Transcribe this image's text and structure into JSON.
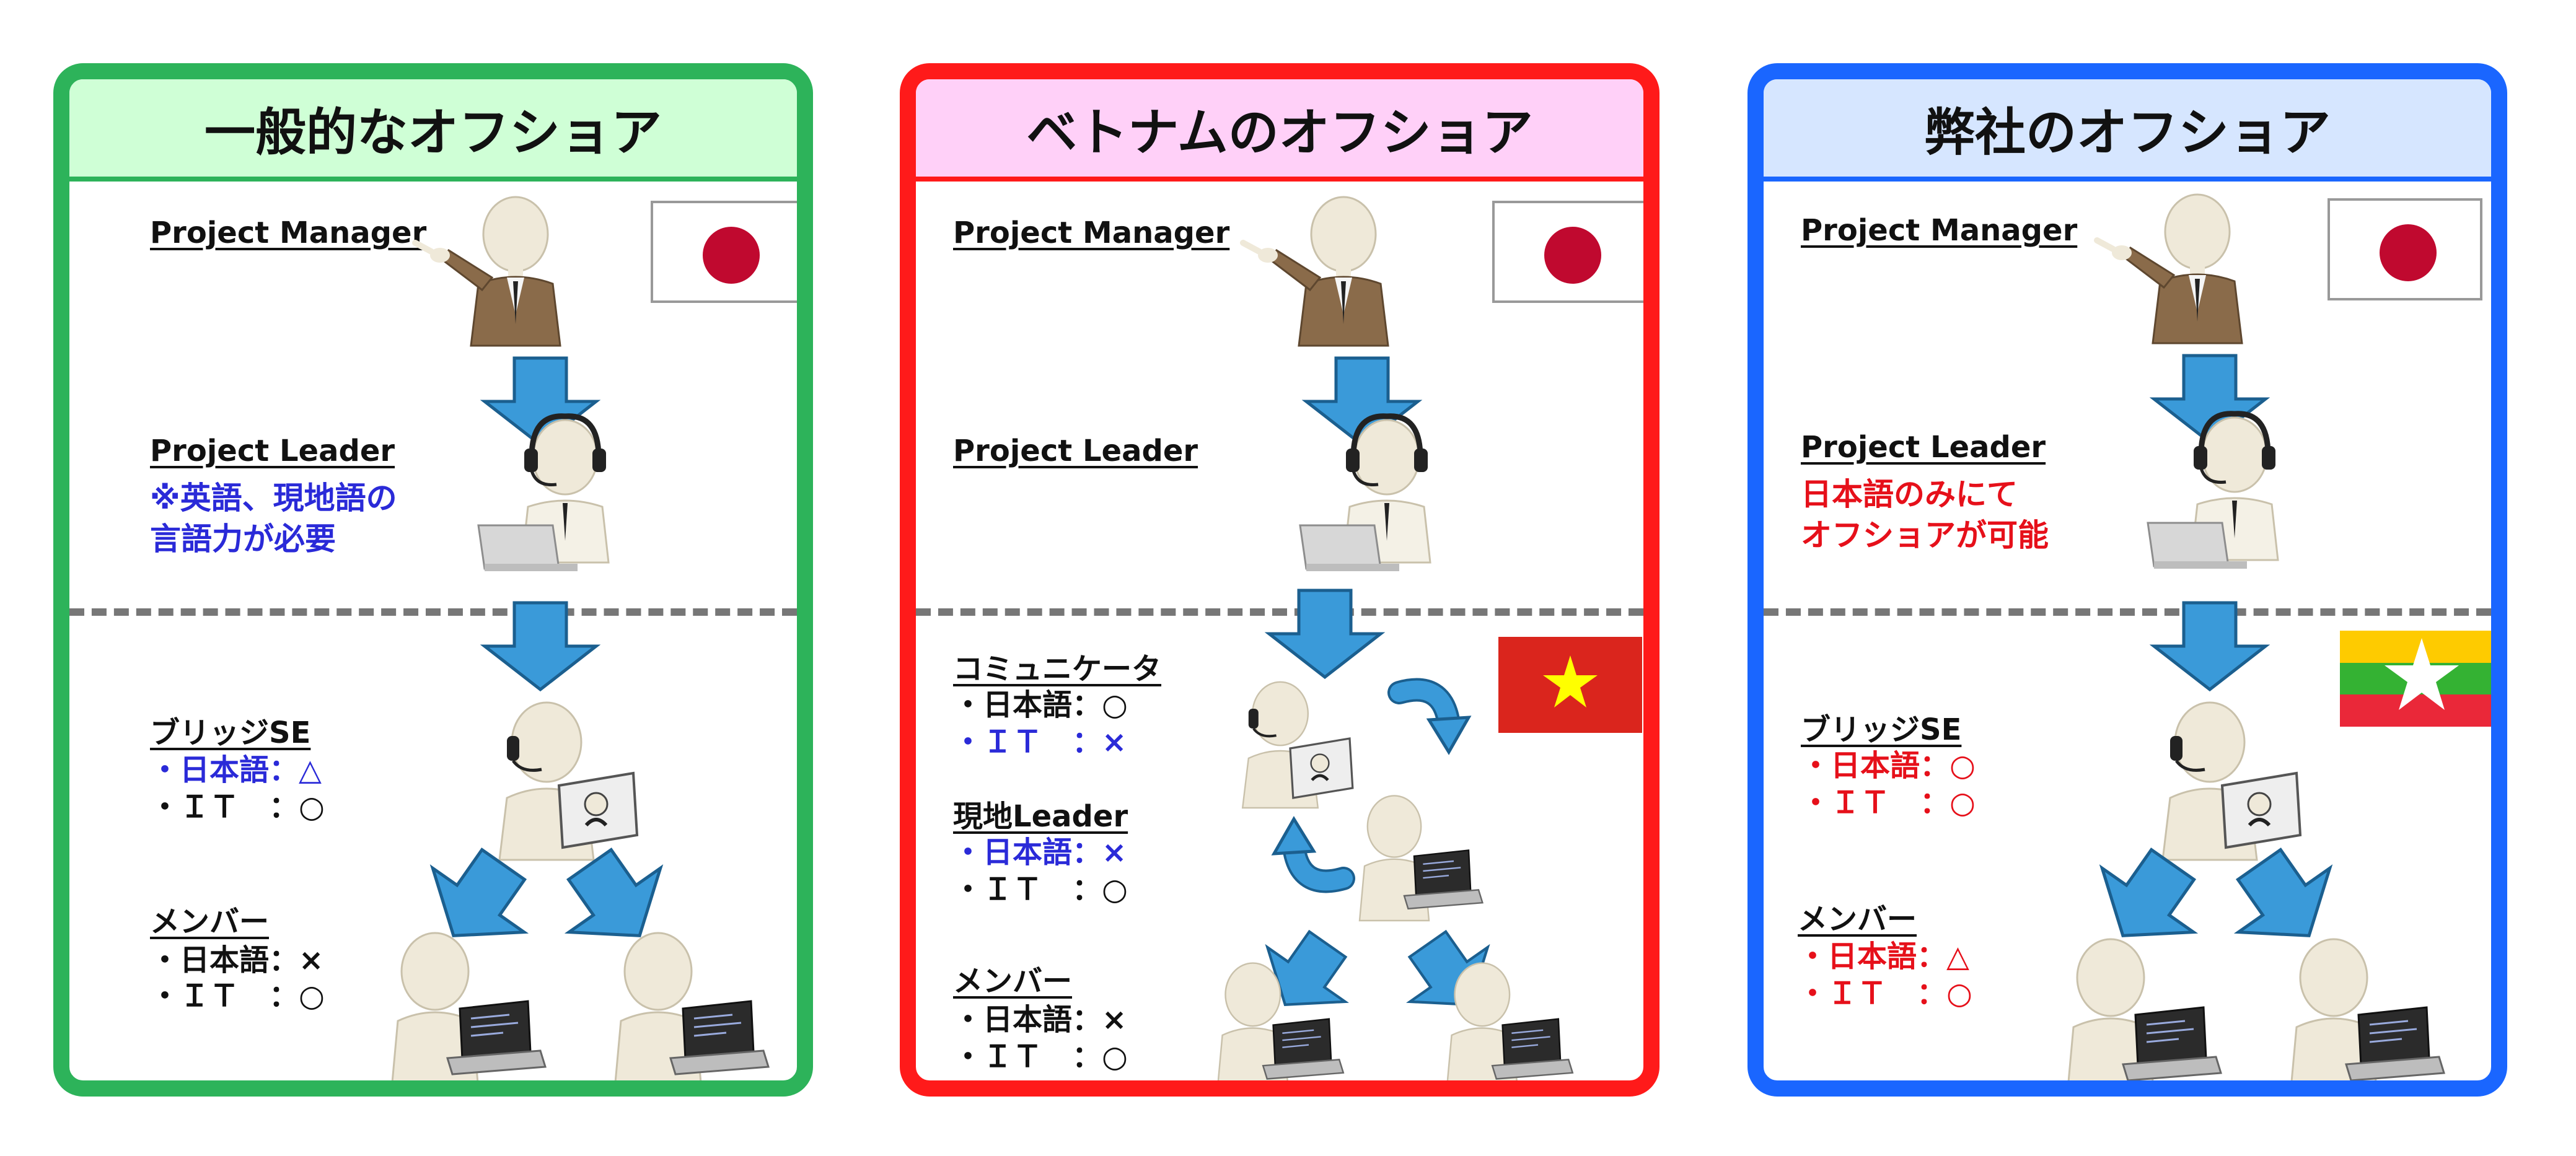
{
  "colors": {
    "panel1_border": "#2db35a",
    "panel1_header_bg": "#cfffd6",
    "panel2_border": "#ff1a1a",
    "panel2_header_bg": "#ffd0f8",
    "panel3_border": "#1a66ff",
    "panel3_header_bg": "#d6e6ff",
    "arrow": "#3a9ad9",
    "blue_text": "#2a2ad8",
    "red_text": "#e6101a"
  },
  "panels": [
    {
      "header": "一般的なオフショア",
      "pm_label": "Project Manager",
      "pl_label": "Project Leader",
      "pl_note": [
        "※英語、現地語の",
        "言語力が必要"
      ],
      "bridge_title": "ブリッジSE",
      "bridge_lines": [
        "・日本語：△",
        "・ＩＴ　：○"
      ],
      "member_title": "メンバー",
      "member_lines": [
        "・日本語：×",
        "・ＩＴ　：○"
      ]
    },
    {
      "header": "ベトナムのオフショア",
      "pm_label": "Project Manager",
      "pl_label": "Project Leader",
      "comm_title": "コミュニケータ",
      "comm_lines": [
        "・日本語：○",
        "・ＩＴ　：×"
      ],
      "local_title": "現地Leader",
      "local_lines": [
        "・日本語：×",
        "・ＩＴ　：○"
      ],
      "member_title": "メンバー",
      "member_lines": [
        "・日本語：×",
        "・ＩＴ　：○"
      ]
    },
    {
      "header": "弊社のオフショア",
      "pm_label": "Project Manager",
      "pl_label": "Project Leader",
      "pl_note": [
        "日本語のみにて",
        "オフショアが可能"
      ],
      "bridge_title": "ブリッジSE",
      "bridge_lines": [
        "・日本語：○",
        "・ＩＴ　：○"
      ],
      "member_title": "メンバー",
      "member_lines": [
        "・日本語：△",
        "・ＩＴ　：○"
      ]
    }
  ]
}
